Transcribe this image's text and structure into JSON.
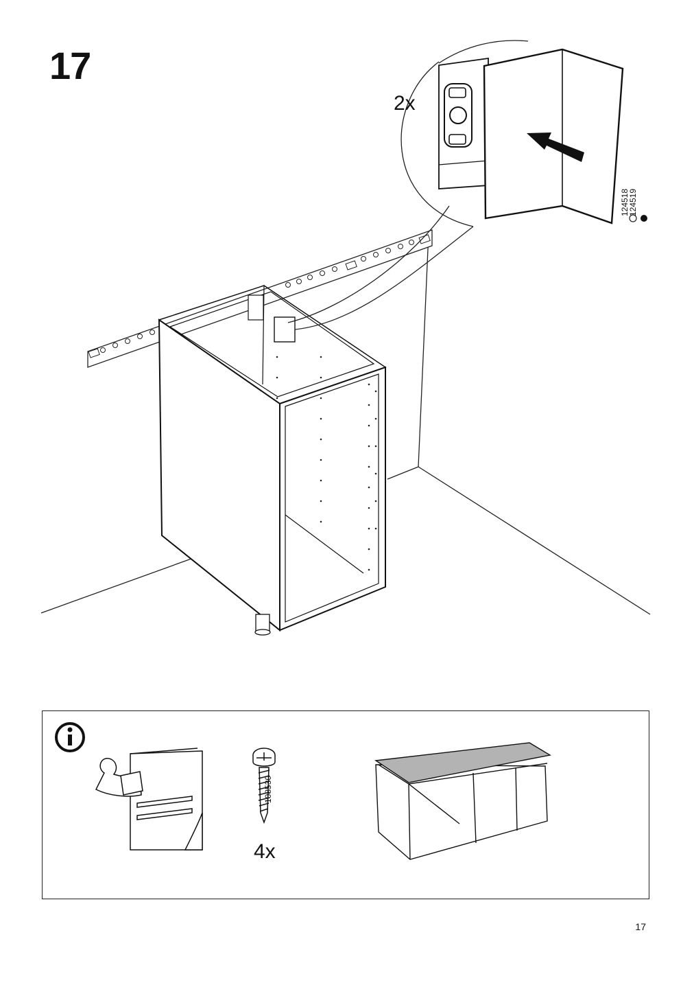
{
  "step": {
    "number": "17"
  },
  "detail": {
    "quantity": "2x",
    "part_codes": [
      "124518",
      "124519"
    ]
  },
  "info": {
    "screw_code": "108530",
    "screw_quantity": "4x"
  },
  "page": {
    "number": "17"
  },
  "icons": [
    "info-icon",
    "read-manual-icon",
    "screw-icon",
    "cabinet-row-icon",
    "insert-arrow-icon"
  ]
}
